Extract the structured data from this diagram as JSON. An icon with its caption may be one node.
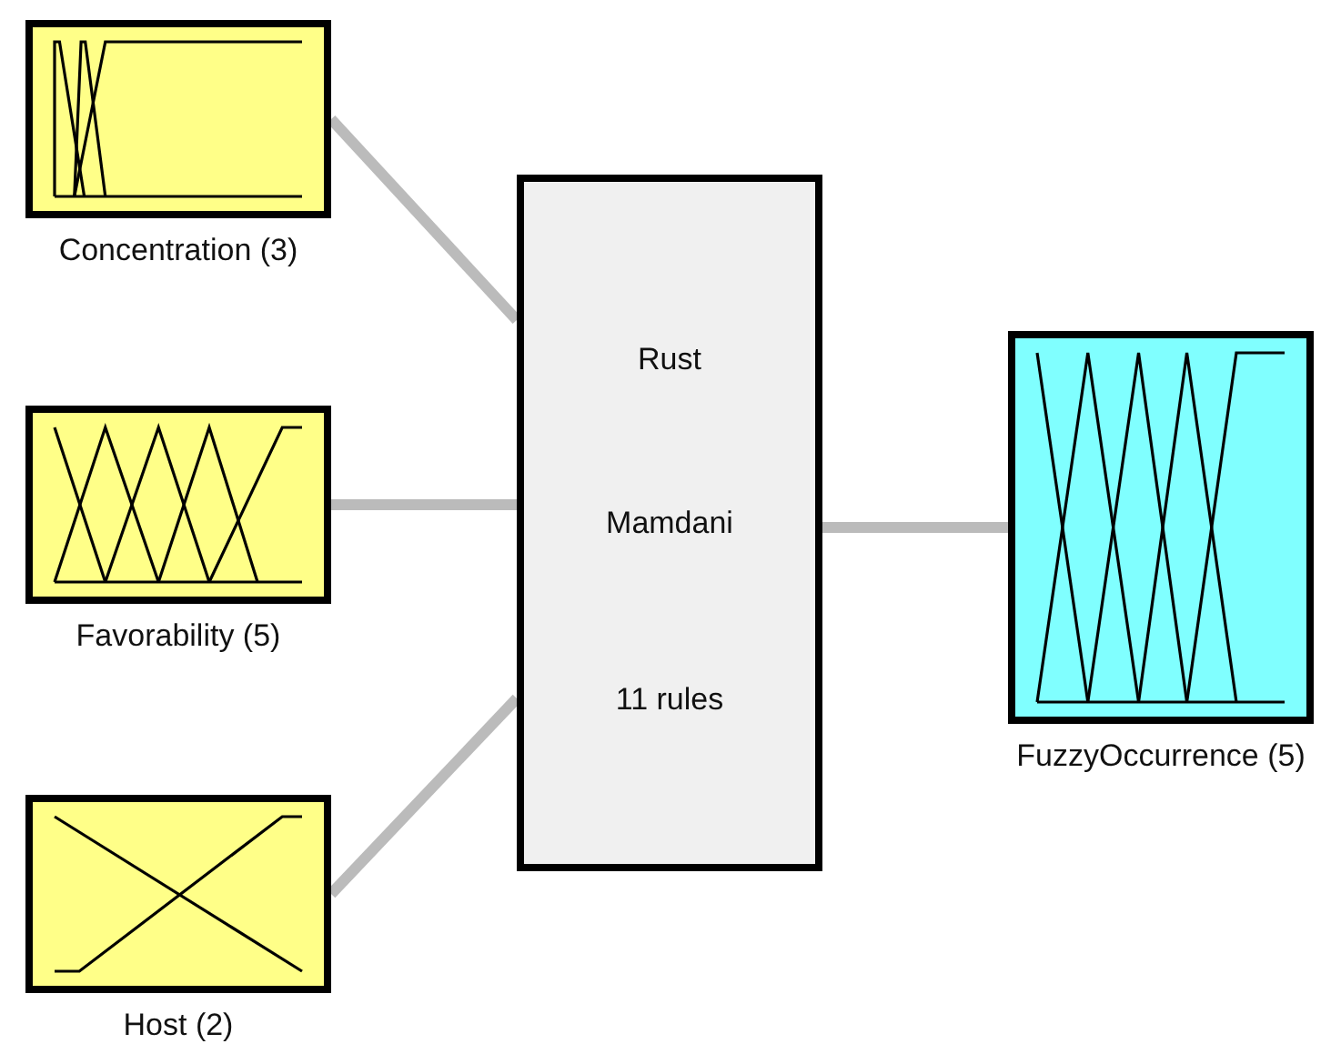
{
  "diagram": {
    "nodes": [
      {
        "text": [
          "Concentration (3)"
        ]
      },
      {
        "text": [
          "Favorability (5)"
        ]
      },
      {
        "text": [
          "Host (2)"
        ]
      },
      {
        "text": [
          "Rust",
          "Mamdani",
          "11 rules"
        ]
      },
      {
        "text": [
          "FuzzyOccurrence (5)"
        ]
      }
    ],
    "edges": [
      {
        "from": 0,
        "to": 3,
        "arrow": "none"
      },
      {
        "from": 1,
        "to": 3,
        "arrow": "none"
      },
      {
        "from": 2,
        "to": 3,
        "arrow": "none"
      },
      {
        "from": 3,
        "to": 4,
        "arrow": "none"
      }
    ]
  }
}
